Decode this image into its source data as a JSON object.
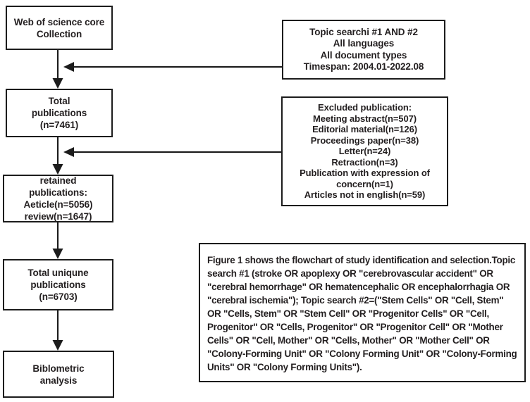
{
  "flowchart": {
    "left_boxes": [
      {
        "id": "web-of-science",
        "text": "Web of science core\nCollection"
      },
      {
        "id": "total-publications",
        "text": "Total\npublications\n(n=7461)"
      },
      {
        "id": "retained-publications",
        "text": "retained\npublications:\nAeticle(n=5056)\nreview(n=1647)"
      },
      {
        "id": "total-unique-publications",
        "text": "Total uniqune\npublications\n(n=6703)"
      },
      {
        "id": "bibliometric-analysis",
        "text": "Biblometric\nanalysis"
      }
    ],
    "right_boxes": [
      {
        "id": "search-criteria",
        "text": "Topic searchi #1 AND #2\nAll languages\nAll document types\nTimespan: 2004.01-2022.08"
      },
      {
        "id": "excluded-publications",
        "text": "Excluded publication:\nMeeting abstract(n=507)\nEditorial material(n=126)\nProceedings paper(n=38)\nLetter(n=24)\nRetraction(n=3)\nPublication with expression of\nconcern(n=1)\nArticles not in english(n=59)"
      }
    ],
    "caption": "Figure 1 shows the flowchart of study identification and selection.Topic search #1  (stroke OR apoplexy OR \"cerebrovascular accident\" OR \"cerebral hemorrhage\" OR hematencephalic OR encephalorrhagia OR \"cerebral ischemia\");  Topic search #2=(\"Stem Cells\" OR \"Cell, Stem\" OR \"Cells, Stem\" OR \"Stem Cell\" OR \"Progenitor Cells\" OR \"Cell, Progenitor\" OR \"Cells, Progenitor\" OR \"Progenitor Cell\" OR \"Mother Cells\" OR \"Cell, Mother\" OR \"Cells, Mother\" OR \"Mother Cell\" OR \"Colony-Forming Unit\" OR \"Colony Forming Unit\" OR \"Colony-Forming Units\" OR \"Colony Forming Units\")."
  },
  "colors": {
    "line": "#1c1c1c",
    "text": "#231f20",
    "background": "#ffffff"
  }
}
